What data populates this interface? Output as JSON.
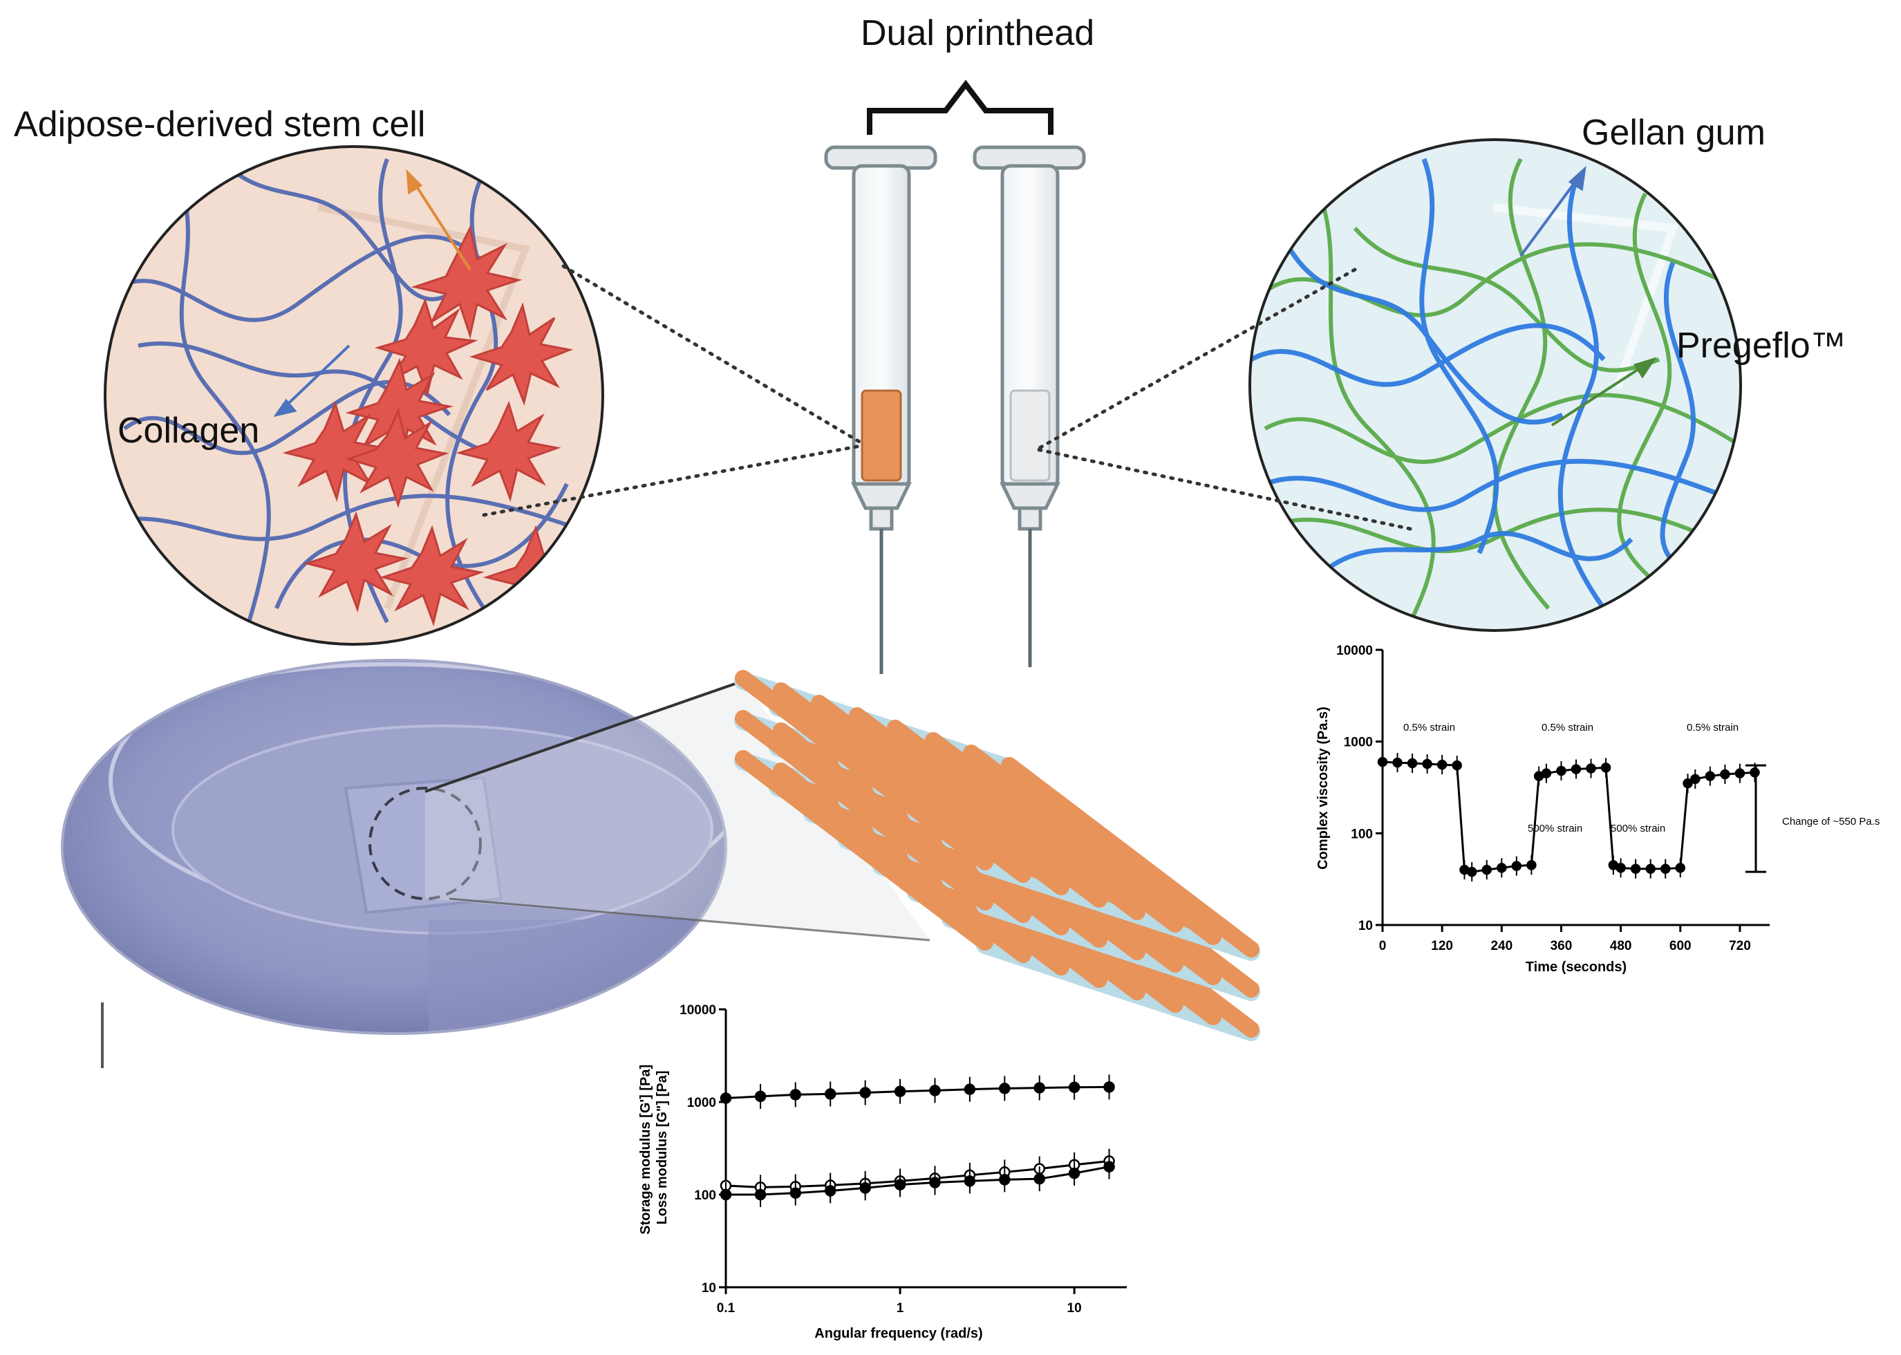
{
  "labels": {
    "title": "Dual printhead",
    "adipose_cell": "Adipose-derived stem cell",
    "collagen": "Collagen",
    "gellan_gum": "Gellan gum",
    "pregeflo": "Pregeflo™"
  },
  "colors": {
    "cell": "#e0564f",
    "collagen_fiber": "#4a63b0",
    "gellan_fiber": "#2f7be0",
    "pregeflo_fiber": "#5aaa4a",
    "orange_ink": "#e8935a",
    "blue_ink": "#b9dbe6",
    "arrow_orange": "#e08a3a",
    "arrow_blue": "#4a73c0",
    "arrow_green": "#4a8a3a"
  },
  "chart_data": [
    {
      "type": "line",
      "xlabel": "Time (seconds)",
      "ylabel": "Complex viscosity (Pa.s)",
      "yscale": "log",
      "ylim": [
        10,
        10000
      ],
      "xlim": [
        0,
        780
      ],
      "x_ticks": [
        0,
        120,
        240,
        360,
        480,
        600,
        720
      ],
      "y_ticks": [
        10,
        100,
        1000,
        10000
      ],
      "annotations": [
        "0.5% strain",
        "500% strain",
        "0.5% strain",
        "500% strain",
        "0.5% strain",
        "Change of ~550 Pa.s"
      ],
      "series": [
        {
          "x": [
            0,
            30,
            60,
            90,
            120,
            150,
            165,
            180,
            210,
            240,
            270,
            300,
            315,
            330,
            360,
            390,
            420,
            450,
            465,
            480,
            510,
            540,
            570,
            600,
            615,
            630,
            660,
            690,
            720,
            750
          ],
          "y": [
            600,
            590,
            580,
            570,
            560,
            550,
            40,
            38,
            40,
            42,
            44,
            45,
            420,
            450,
            480,
            500,
            510,
            520,
            45,
            42,
            41,
            41,
            41,
            42,
            350,
            390,
            420,
            440,
            450,
            460
          ]
        }
      ]
    },
    {
      "type": "line",
      "xlabel": "Angular frequency (rad/s)",
      "ylabel": "Storage modulus [G'] [Pa]\nLoss modulus [G\"] [Pa]",
      "xscale": "log",
      "yscale": "log",
      "xlim": [
        0.1,
        20
      ],
      "ylim": [
        10,
        10000
      ],
      "x_ticks": [
        0.1,
        1,
        10
      ],
      "y_ticks": [
        10,
        100,
        1000,
        10000
      ],
      "series": [
        {
          "x": [
            0.1,
            0.158,
            0.251,
            0.398,
            0.631,
            1,
            1.585,
            2.512,
            3.981,
            6.31,
            10,
            15.85
          ],
          "y": [
            1100,
            1150,
            1200,
            1220,
            1260,
            1300,
            1330,
            1370,
            1400,
            1420,
            1440,
            1450
          ]
        },
        {
          "x": [
            0.1,
            0.158,
            0.251,
            0.398,
            0.631,
            1,
            1.585,
            2.512,
            3.981,
            6.31,
            10,
            15.85
          ],
          "y": [
            125,
            120,
            122,
            126,
            132,
            140,
            150,
            162,
            175,
            190,
            210,
            230
          ]
        },
        {
          "x": [
            0.1,
            0.158,
            0.251,
            0.398,
            0.631,
            1,
            1.585,
            2.512,
            3.981,
            6.31,
            10,
            15.85
          ],
          "y": [
            100,
            100,
            104,
            110,
            118,
            128,
            135,
            140,
            145,
            148,
            170,
            200
          ]
        }
      ]
    }
  ]
}
